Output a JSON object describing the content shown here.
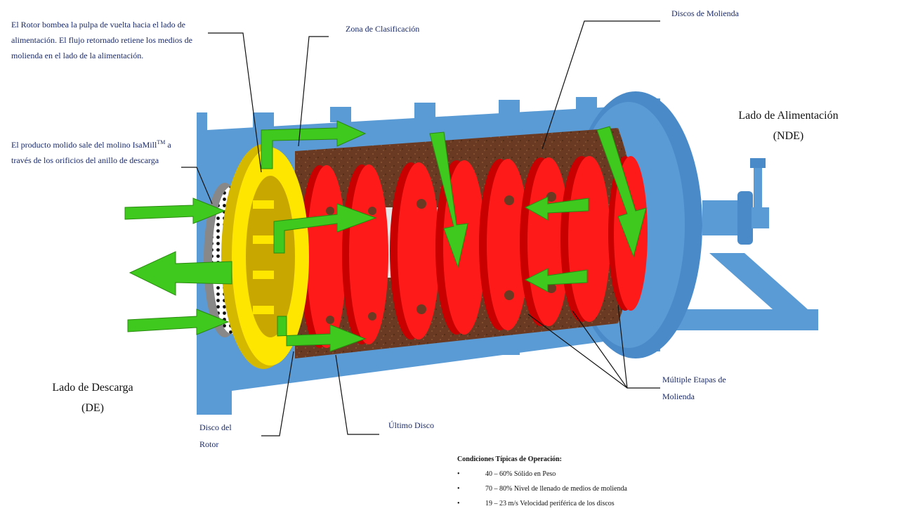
{
  "labels": {
    "rotor_pumps": "El Rotor bombea la pulpa de vuelta hacia el lado de alimentación. El flujo retornado retiene los medios de molienda en el lado de la alimentación.",
    "classification_zone": "Zona de Clasificación",
    "grinding_discs": "Discos de Molienda",
    "product_exit_prefix": "El producto molido sale del molino IsaMill",
    "product_exit_tm": "TM",
    "product_exit_suffix": " a través de los orificios del anillo de descarga",
    "feed_side": "Lado de Alimentación",
    "feed_side_abbr": "(NDE)",
    "discharge_side": "Lado de Descarga",
    "discharge_side_abbr": "(DE)",
    "rotor_disc": "Disco del Rotor",
    "last_disc": "Último Disco",
    "multiple_stages": "Múltiple Etapas de Molienda"
  },
  "conditions": {
    "title": "Condiciones Típicas de Operación:",
    "items": [
      "40 – 60% Sólido en Peso",
      "70 – 80% Nivel de llenado de medios de molienda",
      "19 – 23 m/s Velocidad periférica de los discos"
    ]
  },
  "colors": {
    "shell": "#5b9bd5",
    "shell_dark": "#2f6fa8",
    "media": "#6b3a22",
    "disc": "#ff1a1a",
    "rotor": "#ffe600",
    "arrow": "#3fc81e",
    "shaft": "#e6e6e6",
    "label_text": "#1a2a6a"
  }
}
